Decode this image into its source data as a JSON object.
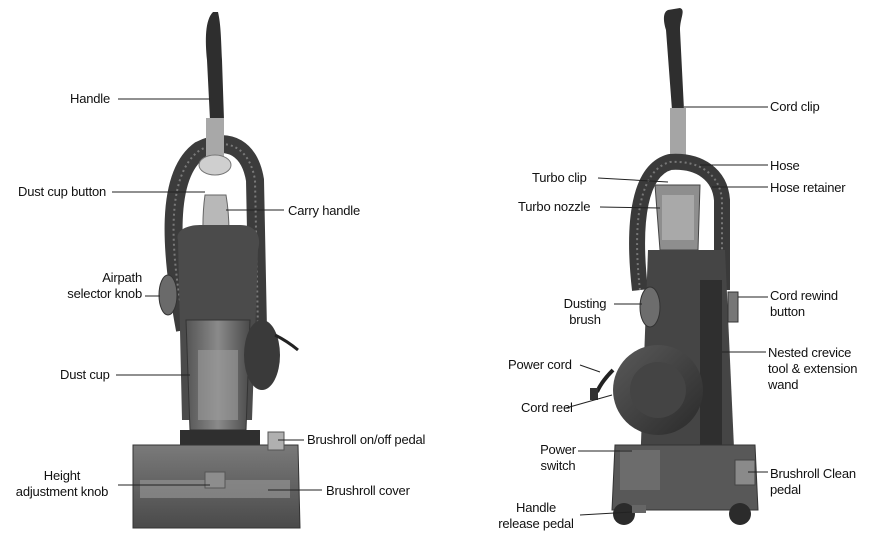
{
  "front_view": {
    "labels": {
      "handle": "Handle",
      "dust_cup_button": "Dust cup button",
      "carry_handle": "Carry handle",
      "airpath_selector_knob": [
        "Airpath",
        "selector knob"
      ],
      "dust_cup": "Dust cup",
      "brushroll_on_off_pedal": "Brushroll on/off pedal",
      "height_adjustment_knob": [
        "Height",
        "adjustment knob"
      ],
      "brushroll_cover": "Brushroll cover"
    }
  },
  "back_view": {
    "labels": {
      "cord_clip": "Cord clip",
      "hose": "Hose",
      "turbo_clip": "Turbo clip",
      "hose_retainer": "Hose retainer",
      "turbo_nozzle": "Turbo nozzle",
      "dusting_brush": [
        "Dusting",
        "brush"
      ],
      "cord_rewind_button": [
        "Cord rewind",
        "button"
      ],
      "power_cord": "Power cord",
      "nested_crevice_tool": [
        "Nested crevice",
        "tool & extension",
        "wand"
      ],
      "cord_reel": "Cord reel",
      "power_switch": [
        "Power",
        "switch"
      ],
      "brushroll_clean_pedal": [
        "Brushroll Clean",
        "pedal"
      ],
      "handle_release_pedal": [
        "Handle",
        "release pedal"
      ]
    }
  },
  "colors": {
    "body_dark": "#3a3a3a",
    "body_mid": "#6b6b6b",
    "handle_gray": "#9a9a9a",
    "leader_line": "#222222"
  }
}
